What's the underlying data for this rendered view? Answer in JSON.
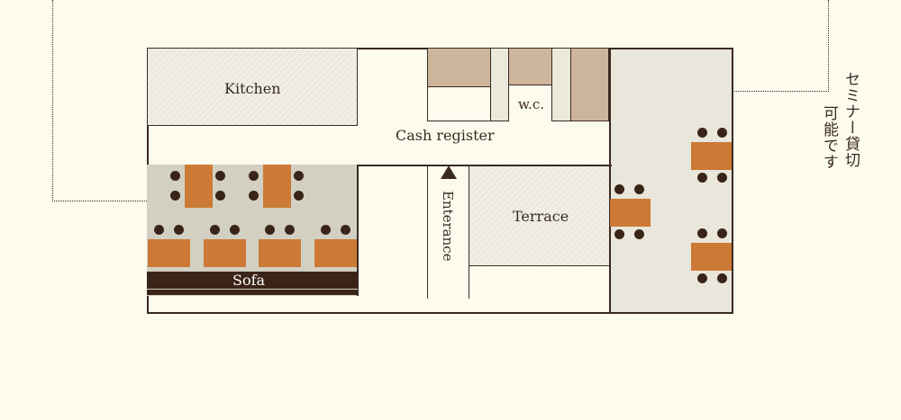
{
  "floor_plan": {
    "kitchen": "Kitchen",
    "wc": "w.c.",
    "cash_register": "Cash register",
    "terrace": "Terrace",
    "entrance": "Enterance",
    "sofa": "Sofa"
  },
  "seminar_note": {
    "line1": "セミナー貸切",
    "line2": "可能です"
  },
  "colors": {
    "background": "#fdfaee",
    "line": "#3a2a20",
    "table": "#cc7a36",
    "chair": "#3a2418",
    "wc_fixture": "#cdb59c",
    "seating_area": "#d2d0c2",
    "right_area": "#e9e6dc"
  }
}
